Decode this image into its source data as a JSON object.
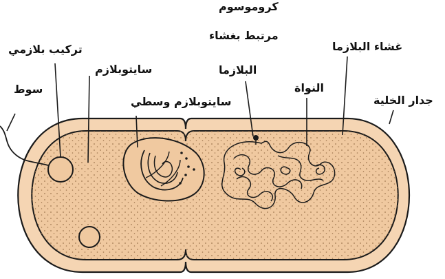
{
  "labels": {
    "chromosome_line1": "كروموسوم",
    "chromosome_line2": "مرتبط بغشاء",
    "chromosome_line3": "البلازما",
    "plasmid": "تركيب بلازمي",
    "cytoplasm": "سايتوبلازم",
    "plasma_membrane": "غشاء البلازما",
    "flagellum": "سوط",
    "mesosome": "سايتوبلازم وسطي",
    "nucleoid": "النواة",
    "cell_wall": "جدار الخلية"
  },
  "colors": {
    "cytoplasm_fill": "#f0c9a0",
    "cell_wall_fill": "#f5d5b3",
    "outline": "#1a1a1a",
    "text": "#111111"
  }
}
